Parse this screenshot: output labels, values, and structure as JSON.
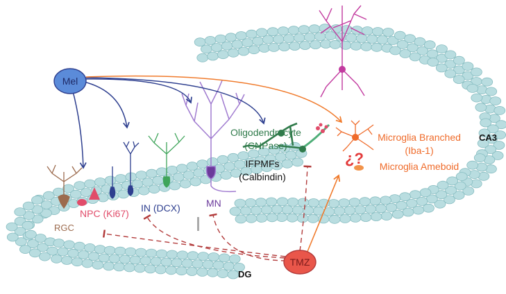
{
  "nodes": {
    "mel": "Mel",
    "tmz": "TMZ"
  },
  "regions": {
    "ca3": "CA3",
    "dg": "DG"
  },
  "cells": {
    "rgc": "RGC",
    "npc": "NPC (Ki67)",
    "in": "IN (DCX)",
    "mn": "MN",
    "oligo_name": "Oligodendrocyte",
    "oligo_marker": "(CNPase)",
    "ifpmf_name": "IFPMFs",
    "ifpmf_marker": "(Calbindin)",
    "microglia_branched": "Microglia Branched",
    "microglia_marker": "(Iba-1)",
    "microglia_ameboid": "Microglia Ameboid",
    "question": "¿?"
  },
  "colors": {
    "mel_node": "#5b8bd9",
    "mel_arrow": "#2e3f8f",
    "tmz_node": "#e9564a",
    "orange_arrow": "#f07a2b",
    "inhibit_dash": "#b23a3a",
    "cell_layer": "#b9dde0",
    "cell_stroke": "#86bcc0",
    "rgc": "#9c6b4e",
    "npc": "#e14c6a",
    "in": "#2e3f8f",
    "mn": "#6b3a9b",
    "oligo": "#2f7a4a",
    "microglia": "#ef6b2a",
    "pyramidal": "#c23a9f"
  }
}
